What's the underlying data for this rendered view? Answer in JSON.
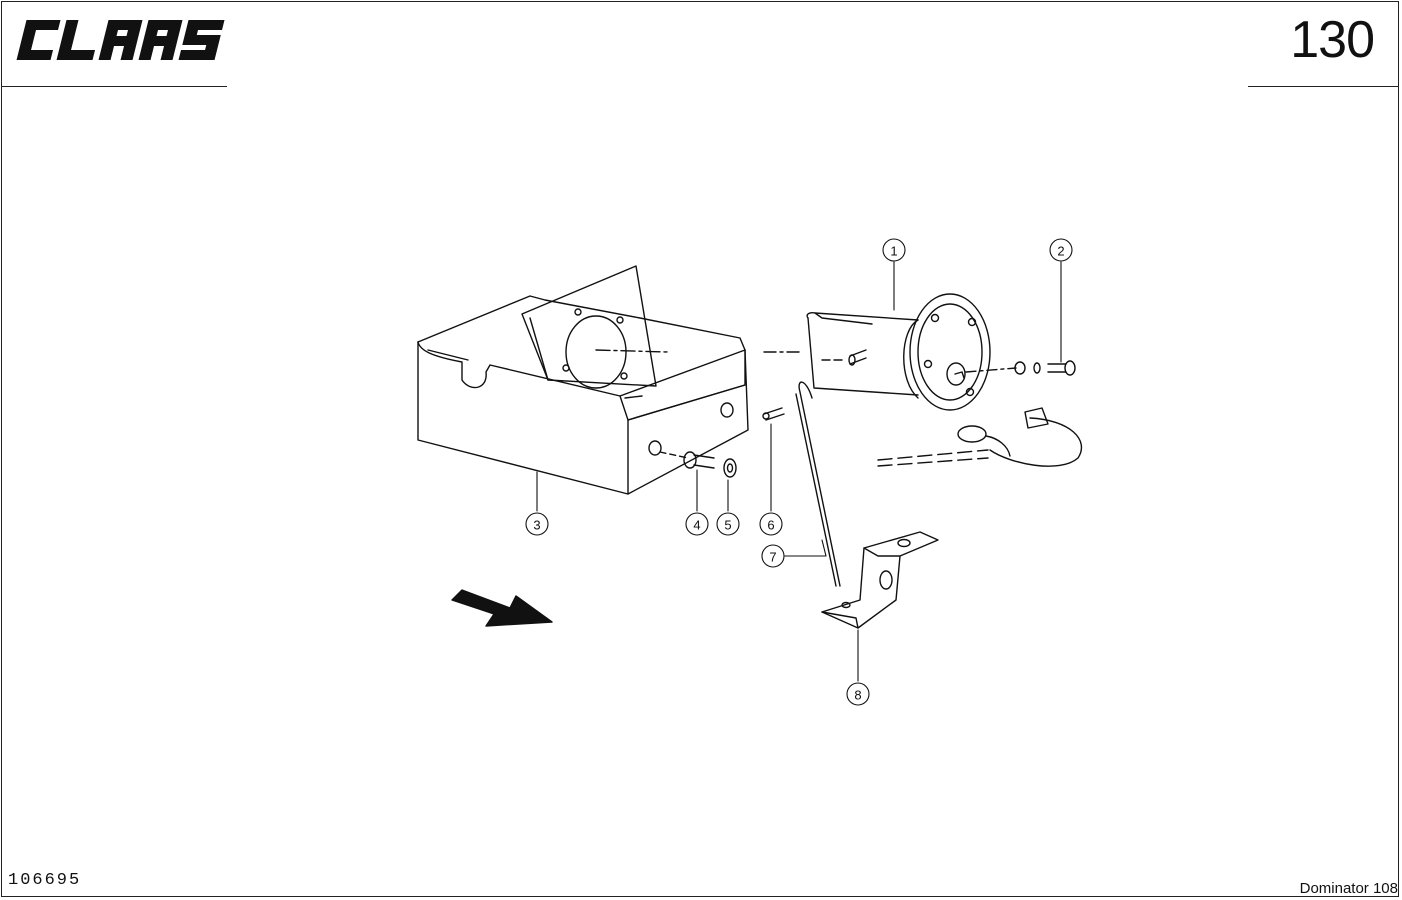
{
  "header": {
    "brand": "CLAAS",
    "page_number": "130"
  },
  "footer": {
    "drawing_number": "106695",
    "model": "Dominator 108"
  },
  "callouts": [
    {
      "label": "1"
    },
    {
      "label": "2"
    },
    {
      "label": "3"
    },
    {
      "label": "4"
    },
    {
      "label": "5"
    },
    {
      "label": "6"
    },
    {
      "label": "7"
    },
    {
      "label": "8"
    }
  ]
}
